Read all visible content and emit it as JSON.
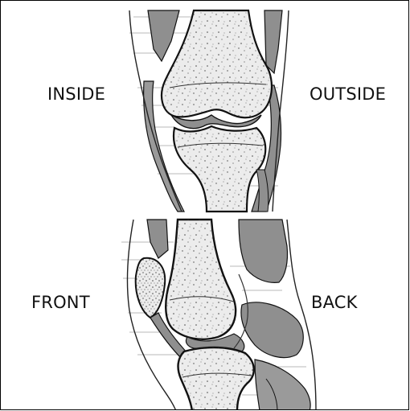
{
  "labels": {
    "inside": "INSIDE",
    "outside": "OUTSIDE",
    "front": "FRONT",
    "back": "BACK"
  },
  "colors": {
    "soft_tissue": "#8f8f8f",
    "bone": "#ececec",
    "cartilage": "#d4d4d4",
    "outline": "#111111",
    "background": "#ffffff"
  }
}
